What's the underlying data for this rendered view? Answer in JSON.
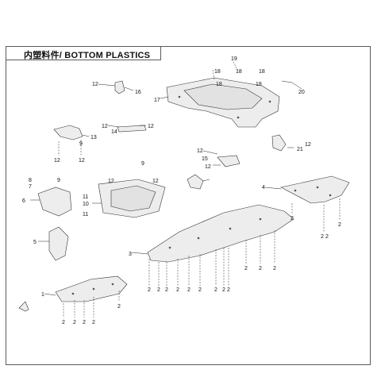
{
  "diagram": {
    "title": "内塑料件/ BOTTOM PLASTICS",
    "callouts": [
      "19",
      "18",
      "18",
      "18",
      "18",
      "18",
      "12",
      "16",
      "17",
      "20",
      "12",
      "14",
      "12",
      "12",
      "13",
      "12",
      "9",
      "12",
      "21",
      "12",
      "15",
      "12",
      "8",
      "7",
      "9",
      "12",
      "12",
      "9",
      "6",
      "11",
      "10",
      "11",
      "4",
      "5",
      "3",
      "1",
      "2"
    ]
  }
}
